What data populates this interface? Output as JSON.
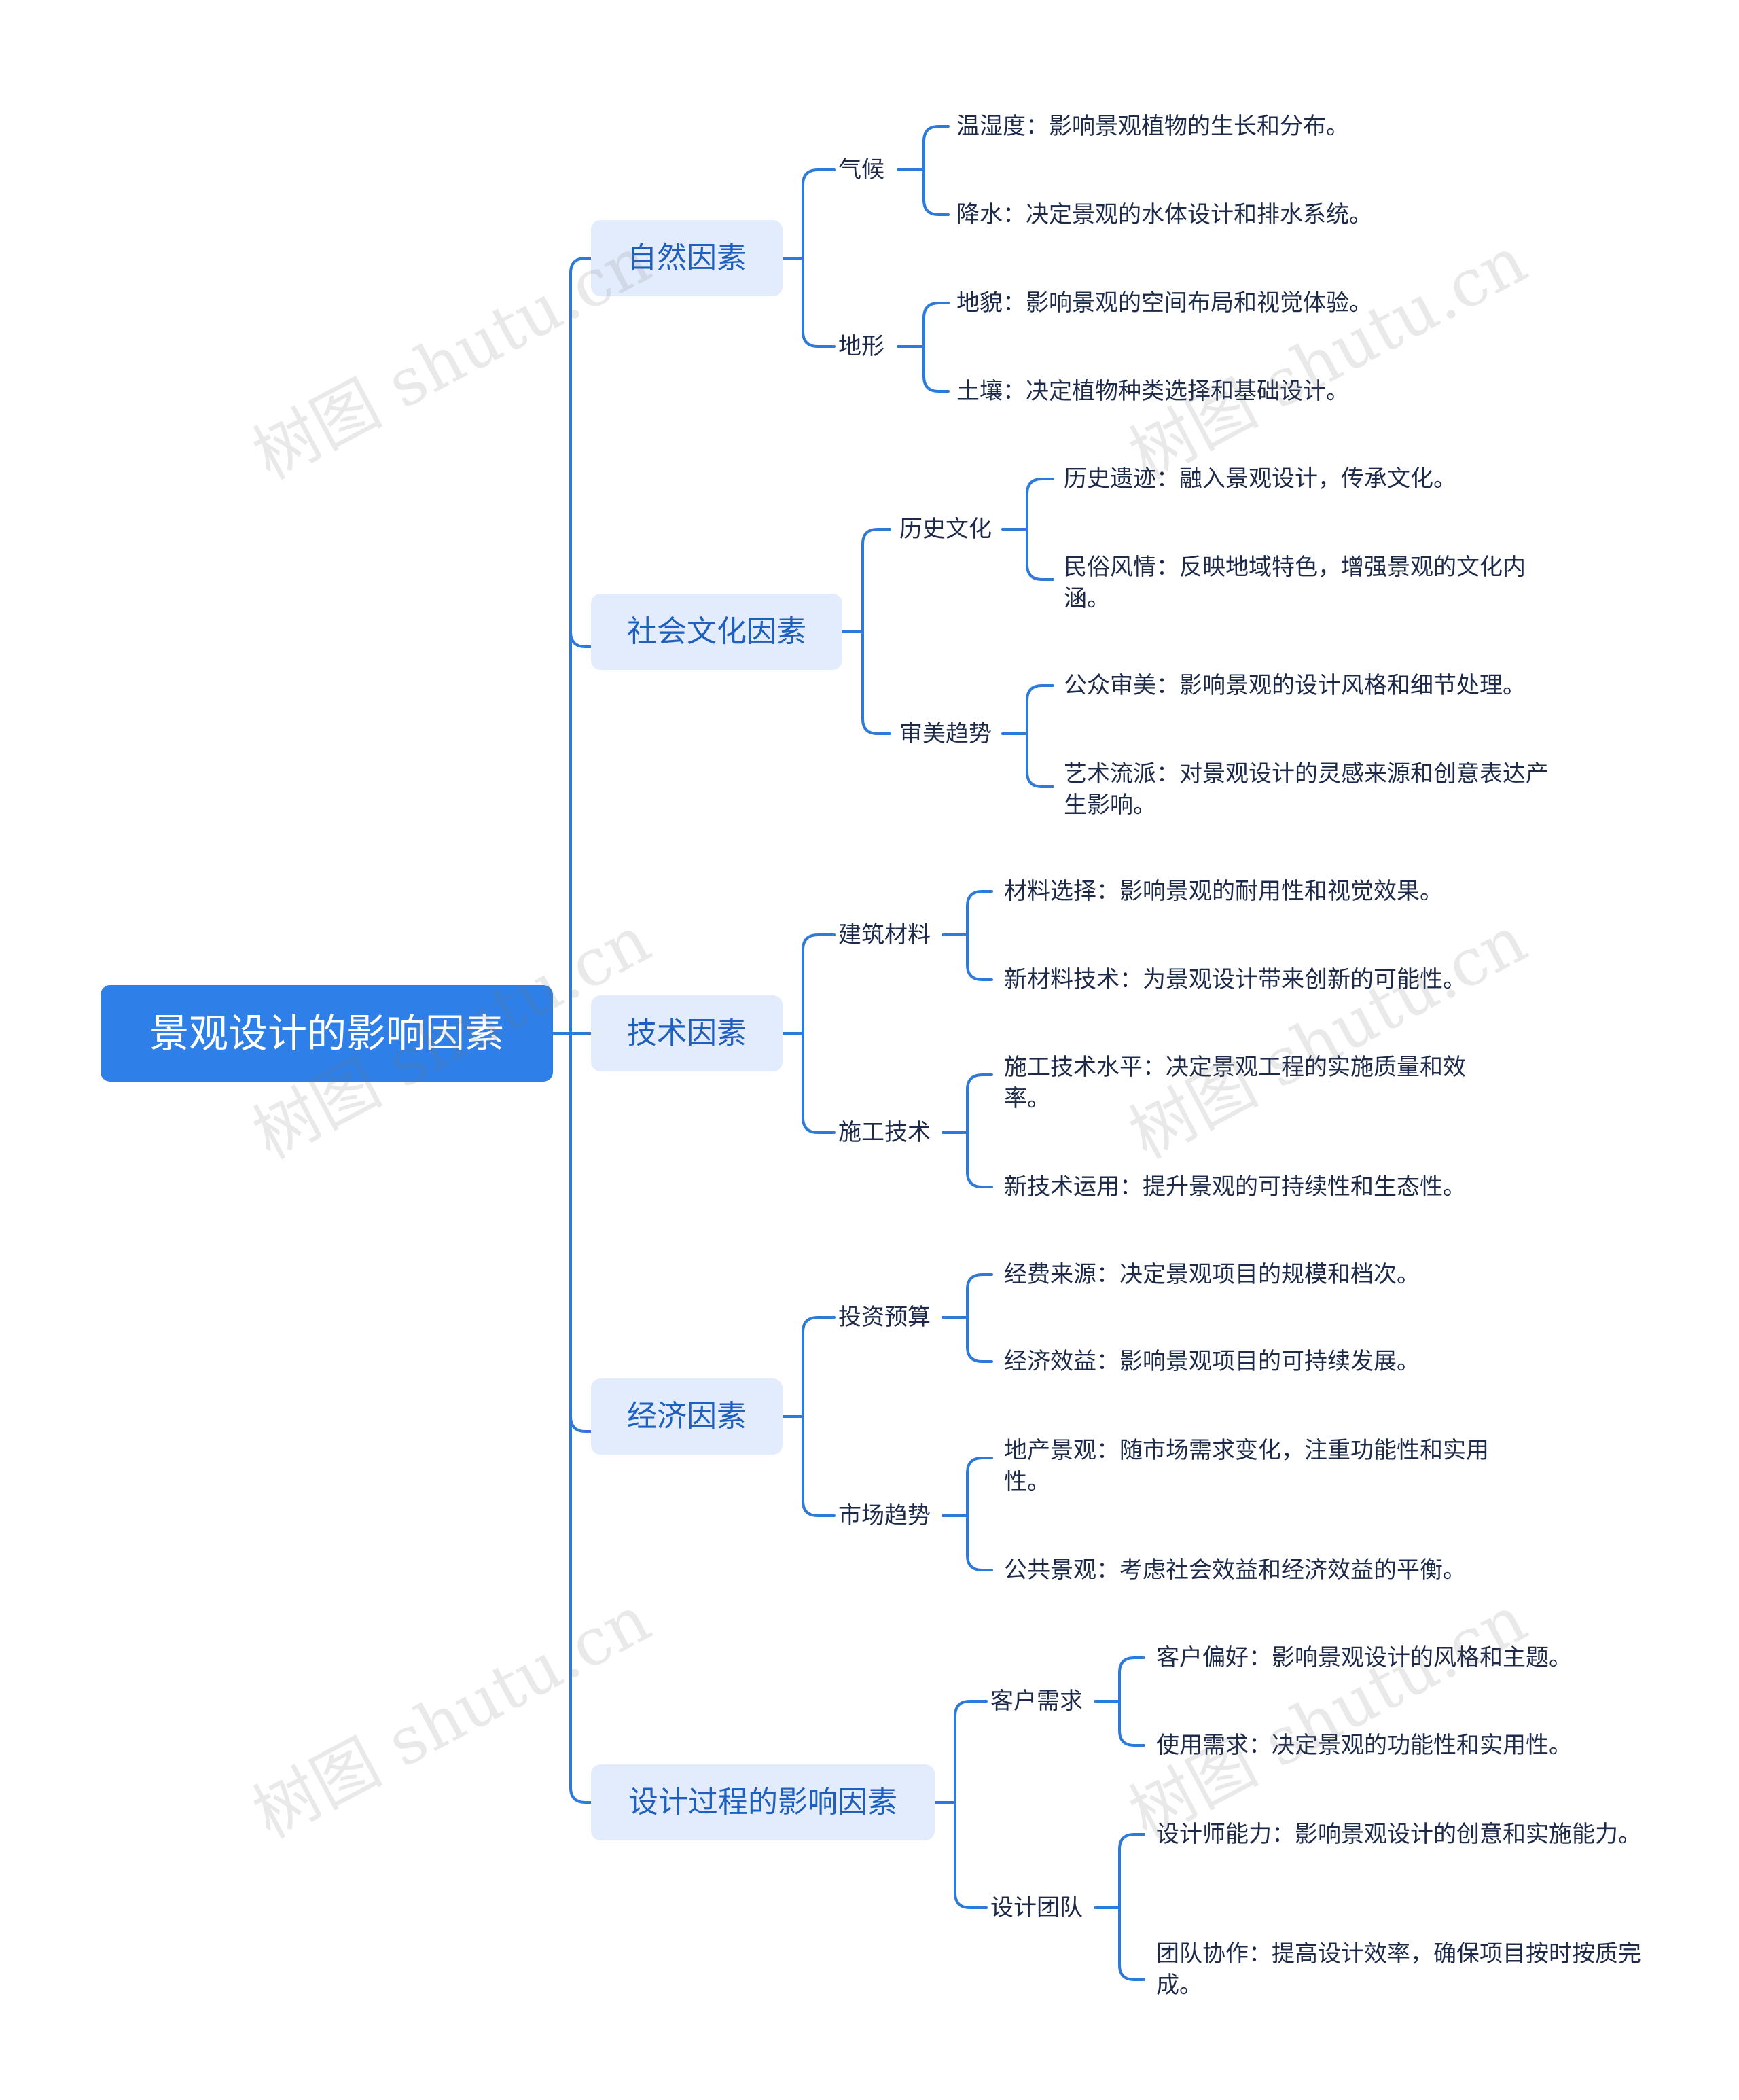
{
  "root": "景观设计的影响因素",
  "watermark": "树图 shutu.cn",
  "colors": {
    "root_bg": "#2e80e8",
    "category_bg": "#e3ecfc",
    "category_text": "#1f5fbd",
    "line": "#2e7ad8",
    "text": "#1d2a4a"
  },
  "categories": [
    {
      "label": "自然因素",
      "subs": [
        {
          "label": "气候",
          "leaves": [
            "温湿度：影响景观植物的生长和分布。",
            "降水：决定景观的水体设计和排水系统。"
          ]
        },
        {
          "label": "地形",
          "leaves": [
            "地貌：影响景观的空间布局和视觉体验。",
            "土壤：决定植物种类选择和基础设计。"
          ]
        }
      ]
    },
    {
      "label": "社会文化因素",
      "subs": [
        {
          "label": "历史文化",
          "leaves": [
            "历史遗迹：融入景观设计，传承文化。",
            "民俗风情：反映地域特色，增强景观的文化内涵。"
          ]
        },
        {
          "label": "审美趋势",
          "leaves": [
            "公众审美：影响景观的设计风格和细节处理。",
            "艺术流派：对景观设计的灵感来源和创意表达产生影响。"
          ]
        }
      ]
    },
    {
      "label": "技术因素",
      "subs": [
        {
          "label": "建筑材料",
          "leaves": [
            "材料选择：影响景观的耐用性和视觉效果。",
            "新材料技术：为景观设计带来创新的可能性。"
          ]
        },
        {
          "label": "施工技术",
          "leaves": [
            "施工技术水平：决定景观工程的实施质量和效率。",
            "新技术运用：提升景观的可持续性和生态性。"
          ]
        }
      ]
    },
    {
      "label": "经济因素",
      "subs": [
        {
          "label": "投资预算",
          "leaves": [
            "经费来源：决定景观项目的规模和档次。",
            "经济效益：影响景观项目的可持续发展。"
          ]
        },
        {
          "label": "市场趋势",
          "leaves": [
            "地产景观：随市场需求变化，注重功能性和实用性。",
            "公共景观：考虑社会效益和经济效益的平衡。"
          ]
        }
      ]
    },
    {
      "label": "设计过程的影响因素",
      "subs": [
        {
          "label": "客户需求",
          "leaves": [
            "客户偏好：影响景观设计的风格和主题。",
            "使用需求：决定景观的功能性和实用性。"
          ]
        },
        {
          "label": "设计团队",
          "leaves": [
            "设计师能力：影响景观设计的创意和实施能力。",
            "团队协作：提高设计效率，确保项目按时按质完成。"
          ]
        }
      ]
    }
  ]
}
